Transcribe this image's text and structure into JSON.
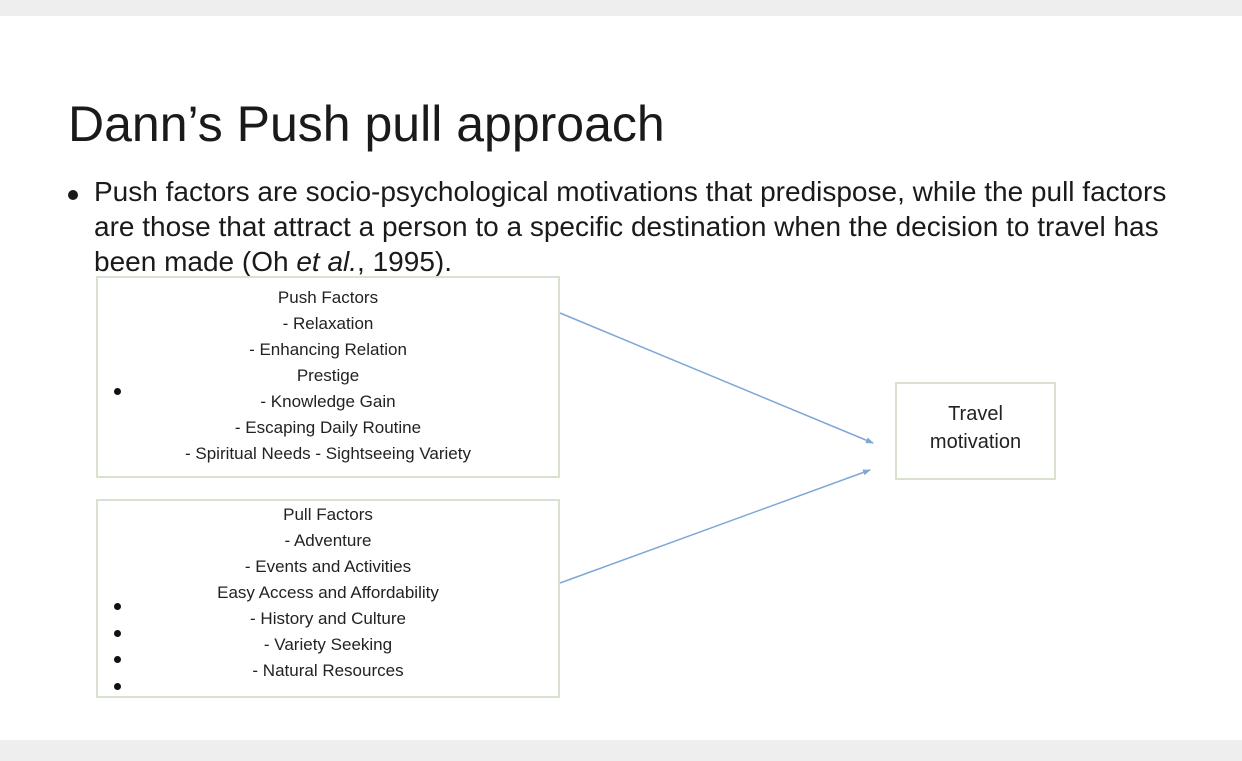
{
  "slide": {
    "title": "Dann’s Push pull approach",
    "bullet": {
      "text_before": "Push factors are socio-psychological motivations that predispose, while the pull factors are those that attract a person to a specific destination when the decision to travel has been made (Oh ",
      "text_italic": "et al.",
      "text_after": ", 1995)."
    }
  },
  "diagram": {
    "push_box": {
      "lines": [
        "Push Factors",
        "- Relaxation",
        "- Enhancing Relation",
        "Prestige",
        "- Knowledge Gain",
        "- Escaping Daily Routine",
        "- Spiritual Needs - Sightseeing Variety"
      ]
    },
    "pull_box": {
      "lines": [
        "Pull Factors",
        "- Adventure",
        "- Events and Activities",
        "Easy Access and Affordability",
        "- History and Culture",
        "- Variety Seeking",
        "- Natural Resources"
      ]
    },
    "target_box": {
      "lines": [
        "Travel",
        "motivation"
      ]
    },
    "edges": [
      {
        "from": "push_box",
        "to": "target_box"
      },
      {
        "from": "pull_box",
        "to": "target_box"
      }
    ],
    "arrow_color": "#7fa7d6",
    "box_border_color": "#d8e2cf"
  }
}
